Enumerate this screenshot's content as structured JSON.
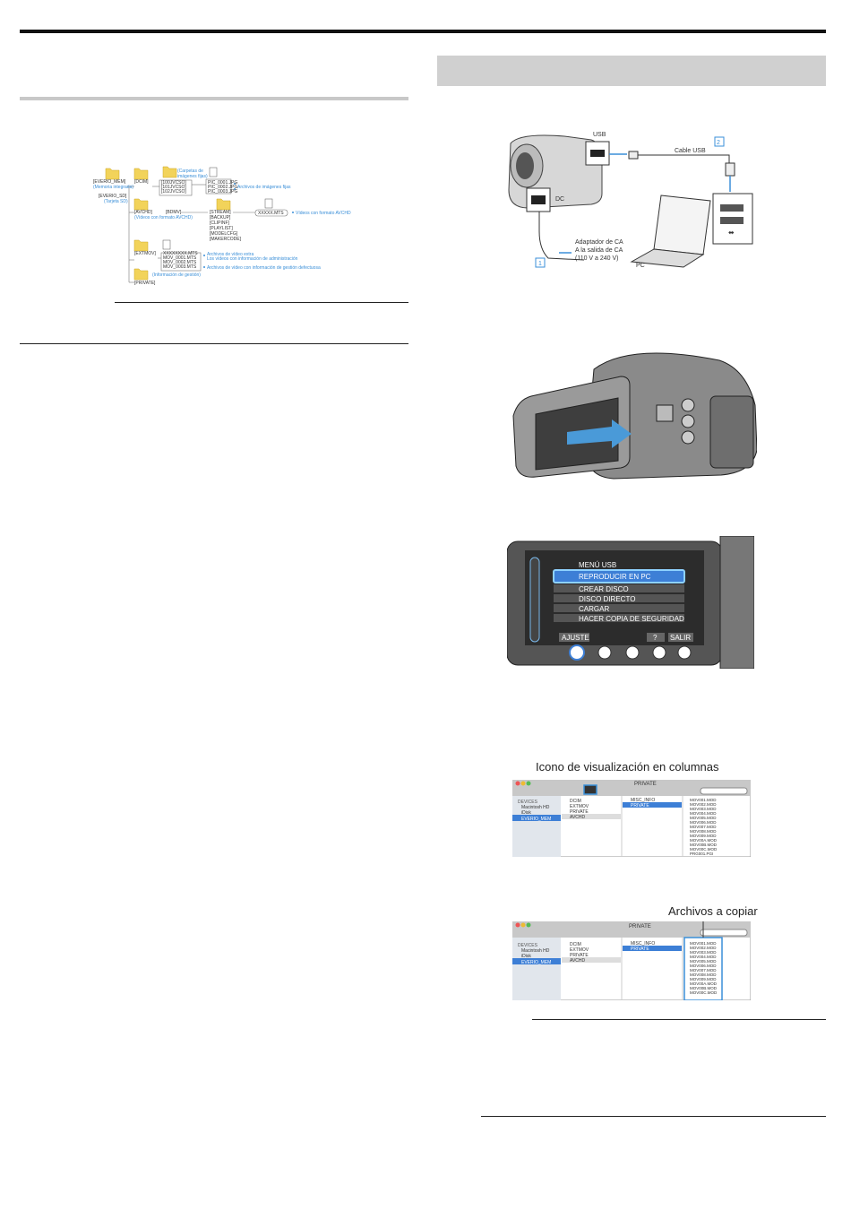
{
  "diagram": {
    "roots": [
      {
        "name": "[EVERIO_MEM]",
        "note": "(Memoria integrada)"
      },
      {
        "name": "[EVERIO_SD]",
        "note": "(Tarjeta SD)"
      }
    ],
    "dcim": {
      "folder": "[DCIM]",
      "note": "(Carpetas de imágenes fijas)",
      "subfolders": [
        "[100JVCSO]",
        "[101JVCSO]",
        "[102JVCSO]"
      ],
      "files": [
        "PIC_0001.JPG",
        "PIC_0002.JPG",
        "PIC_0003.JPG"
      ],
      "files_note": "Archivos de imágenes fijas"
    },
    "avchd": {
      "folder": "[AVCHD]",
      "note": "(Vídeos con formato AVCHD)",
      "sub": "[BDMV]",
      "subsub": [
        "[STREAM]",
        "[BACKUP]",
        "[CLIPINF]",
        "[PLAYLIST]",
        "[MODELCFG]",
        "[MAKERCODE]"
      ],
      "file": "XXXXX.MTS",
      "file_note": "Vídeos con formato AVCHD"
    },
    "extmov": {
      "folder": "[EXTMOV]",
      "files": [
        "XXXXXXXX.MTS",
        "MOV_0001.MTS",
        "MOV_0002.MTS",
        "MOV_0003.MTS"
      ],
      "note1": "Archivos de vídeo extra",
      "note1b": "Los vídeos con información de administración",
      "note2": "Archivos de vídeo con información de gestión defectuosa"
    },
    "private": {
      "folder": "[PRIVATE]",
      "note": "(Información de gestión)"
    }
  },
  "connection": {
    "usb_label": "USB",
    "cable_label": "Cable USB",
    "dc_label": "DC",
    "adapter_lines": [
      "Adaptador de CA",
      "A la salida de CA",
      "(110 V a 240 V)"
    ],
    "pc_label": "PC",
    "step1": "1",
    "step2": "2"
  },
  "usb_menu": {
    "title": "MENÚ USB",
    "items": [
      "REPRODUCIR EN PC",
      "CREAR DISCO",
      "DISCO DIRECTO",
      "CARGAR",
      "HACER COPIA DE SEGURIDAD"
    ],
    "buttons": [
      "AJUSTE",
      "?",
      "SALIR"
    ],
    "selected_index": 0
  },
  "finder1": {
    "caption": "Icono de visualización en columnas",
    "window_title": "PRIVATE",
    "sidebar": [
      "DEVICES",
      "Macintosh HD",
      "iDisk",
      "EVERIO_MEM"
    ],
    "col1": [
      "DCIM",
      "EXTMOV",
      "PRIVATE",
      "AVCHD"
    ],
    "col2": [
      "MISC_INFO",
      "PRIVATE"
    ],
    "col3": [
      "MOV001.MOD",
      "MOV002.MOD",
      "MOV003.MOD",
      "MOV004.MOD",
      "MOV005.MOD",
      "MOV006.MOD",
      "MOV007.MOD",
      "MOV008.MOD",
      "MOV009.MOD",
      "MOV00A.MOD",
      "MOV00B.MOD",
      "MOV00C.MOD",
      "PRG001.PGI"
    ]
  },
  "finder2": {
    "caption": "Archivos a copiar",
    "window_title": "PRIVATE",
    "sidebar": [
      "DEVICES",
      "Macintosh HD",
      "iDisk",
      "EVERIO_MEM"
    ],
    "col1": [
      "DCIM",
      "EXTMOV",
      "PRIVATE",
      "AVCHD"
    ],
    "col2": [
      "MISC_INFO",
      "PRIVATE"
    ],
    "col3": [
      "MOV001.MOD",
      "MOV002.MOD",
      "MOV003.MOD",
      "MOV004.MOD",
      "MOV005.MOD",
      "MOV006.MOD",
      "MOV007.MOD",
      "MOV008.MOD",
      "MOV009.MOD",
      "MOV00A.MOD",
      "MOV00B.MOD",
      "MOV00C.MOD"
    ]
  },
  "colors": {
    "accent": "#3a8fd8",
    "highlight": "#3d7fd6",
    "section_grey": "#d0d0d0"
  }
}
